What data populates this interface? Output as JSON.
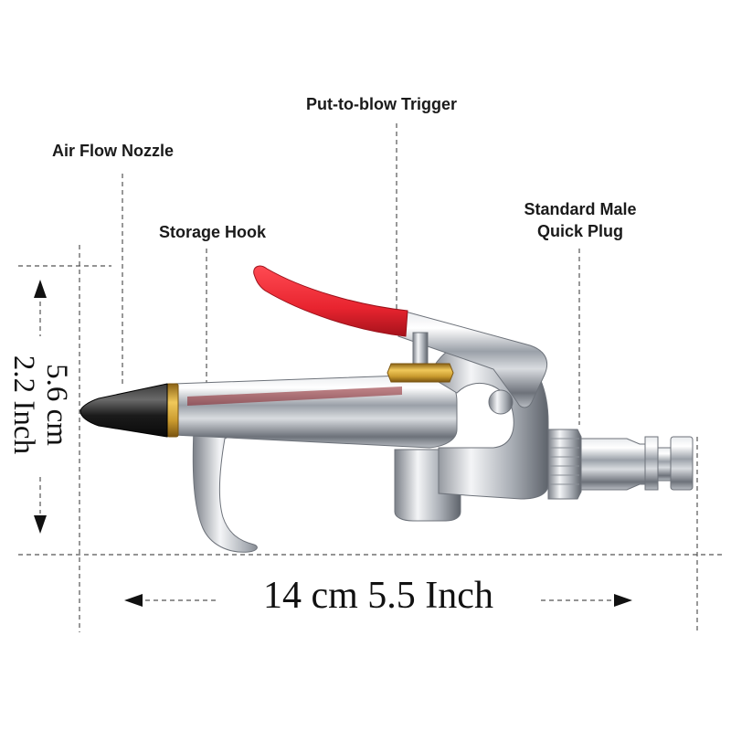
{
  "labels": {
    "air_flow_nozzle": "Air Flow Nozzle",
    "put_to_blow_trigger": "Put-to-blow Trigger",
    "storage_hook": "Storage Hook",
    "quick_plug_line1": "Standard Male",
    "quick_plug_line2": "Quick Plug"
  },
  "dimensions": {
    "width": "14 cm 5.5 Inch",
    "height_cm": "5.6 cm",
    "height_inch": "2.2 Inch"
  },
  "colors": {
    "trigger_red": "#e8242f",
    "chrome_light": "#f4f5f7",
    "chrome_dark": "#5e636b",
    "brass": "#c99a2e",
    "nozzle_black": "#1b1b1b",
    "guide_line": "#555555"
  }
}
